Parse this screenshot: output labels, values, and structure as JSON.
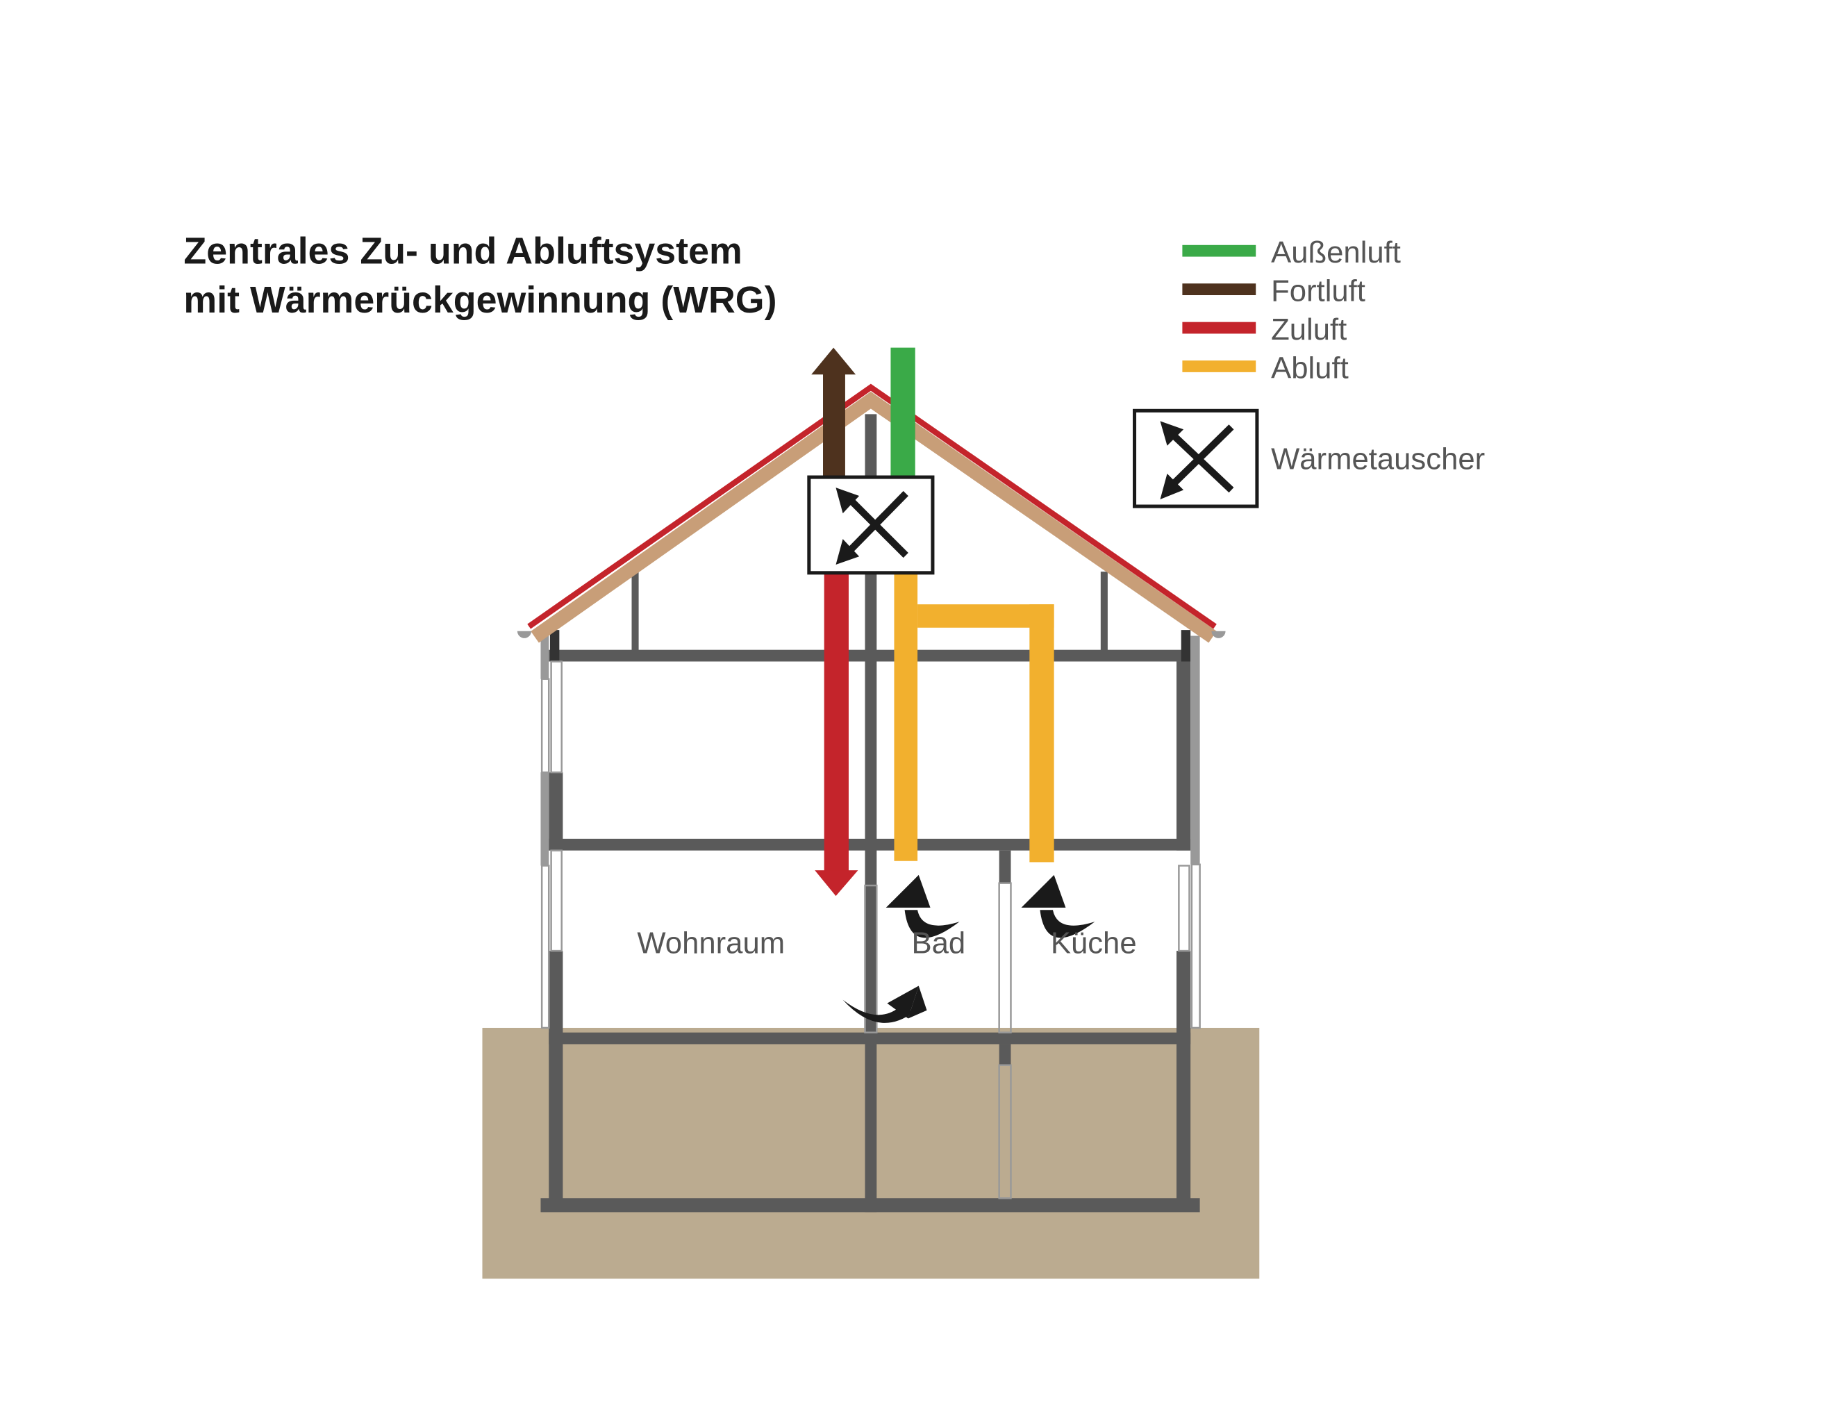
{
  "title": {
    "line1": "Zentrales Zu- und Abluftsystem",
    "line2": "mit Wärmerückgewinnung (WRG)"
  },
  "legend": {
    "items": [
      {
        "label": "Außenluft",
        "color": "#3aaa48"
      },
      {
        "label": "Fortluft",
        "color": "#4e321e"
      },
      {
        "label": "Zuluft",
        "color": "#c4242b"
      },
      {
        "label": "Abluft",
        "color": "#f2b02e"
      }
    ],
    "heat_exchanger_label": "Wärmetauscher"
  },
  "rooms": {
    "living": "Wohnraum",
    "bath": "Bad",
    "kitchen": "Küche"
  },
  "colors": {
    "wall": "#5a5a5a",
    "roof_tile": "#c4242b",
    "roof_insulation": "#c89e78",
    "ground": "#bbab90",
    "arrow": "#1a1a1a"
  }
}
